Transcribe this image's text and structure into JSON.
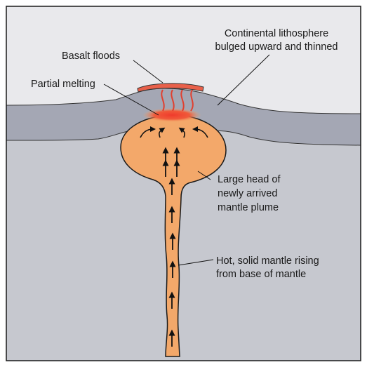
{
  "labels": {
    "basalt_floods": "Basalt floods",
    "partial_melting": "Partial melting",
    "lithosphere_line1": "Continental lithosphere",
    "lithosphere_line2": "bulged upward and thinned",
    "plume_head_line1": "Large head of",
    "plume_head_line2": "newly arrived",
    "plume_head_line3": "mantle plume",
    "rising_line1": "Hot, solid mantle rising",
    "rising_line2": "from base of mantle"
  },
  "colors": {
    "sky": "#e9e9ec",
    "lithosphere": "#a4a7b4",
    "mantle": "#c6c8cf",
    "plume": "#f3a86a",
    "plume_edge": "#1a1a1a",
    "melt": "#ef3b2c",
    "basalt": "#e8604a",
    "arrow": "#111111",
    "frame": "#1a1a1a"
  },
  "icons": {
    "flow_arrow": "up-arrow-icon",
    "curved_arrow": "curved-arrow-icon"
  }
}
